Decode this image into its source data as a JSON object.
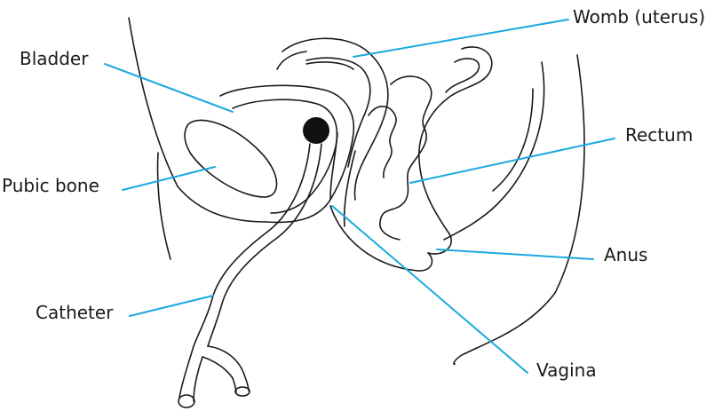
{
  "labels": {
    "womb": "Womb (uterus)",
    "bladder": "Bladder",
    "rectum": "Rectum",
    "pubic_bone": "Pubic bone",
    "anus": "Anus",
    "catheter": "Catheter",
    "vagina": "Vagina"
  },
  "colors": {
    "leader_line": "#1ba9e0",
    "outline": "#1a1a1a",
    "balloon": "#111111"
  }
}
